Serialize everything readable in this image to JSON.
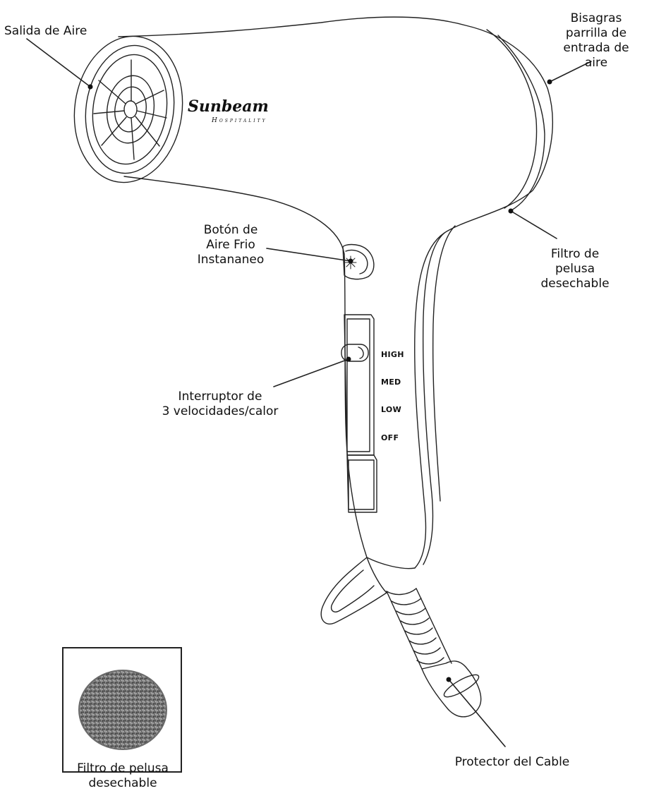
{
  "labels": {
    "salida_aire": "Salida de Aire",
    "bisagras_l1": "Bisagras parrilla de",
    "bisagras_l2": "entrada de aire",
    "boton_l1": "Botón de",
    "boton_l2": "Aire Frio",
    "boton_l3": "Instananeo",
    "filtro_l1": "Filtro de pelusa",
    "filtro_l2": "desechable",
    "interruptor_l1": "Interruptor de",
    "interruptor_l2": "3 velocidades/calor",
    "filtro_foto_l1": "Filtro de pelusa",
    "filtro_foto_l2": "desechable",
    "protector": "Protector del Cable"
  },
  "switch_levels": [
    "HIGH",
    "MED",
    "LOW",
    "OFF"
  ],
  "brand": {
    "name": "Sunbeam",
    "sub": "Hospitality"
  }
}
